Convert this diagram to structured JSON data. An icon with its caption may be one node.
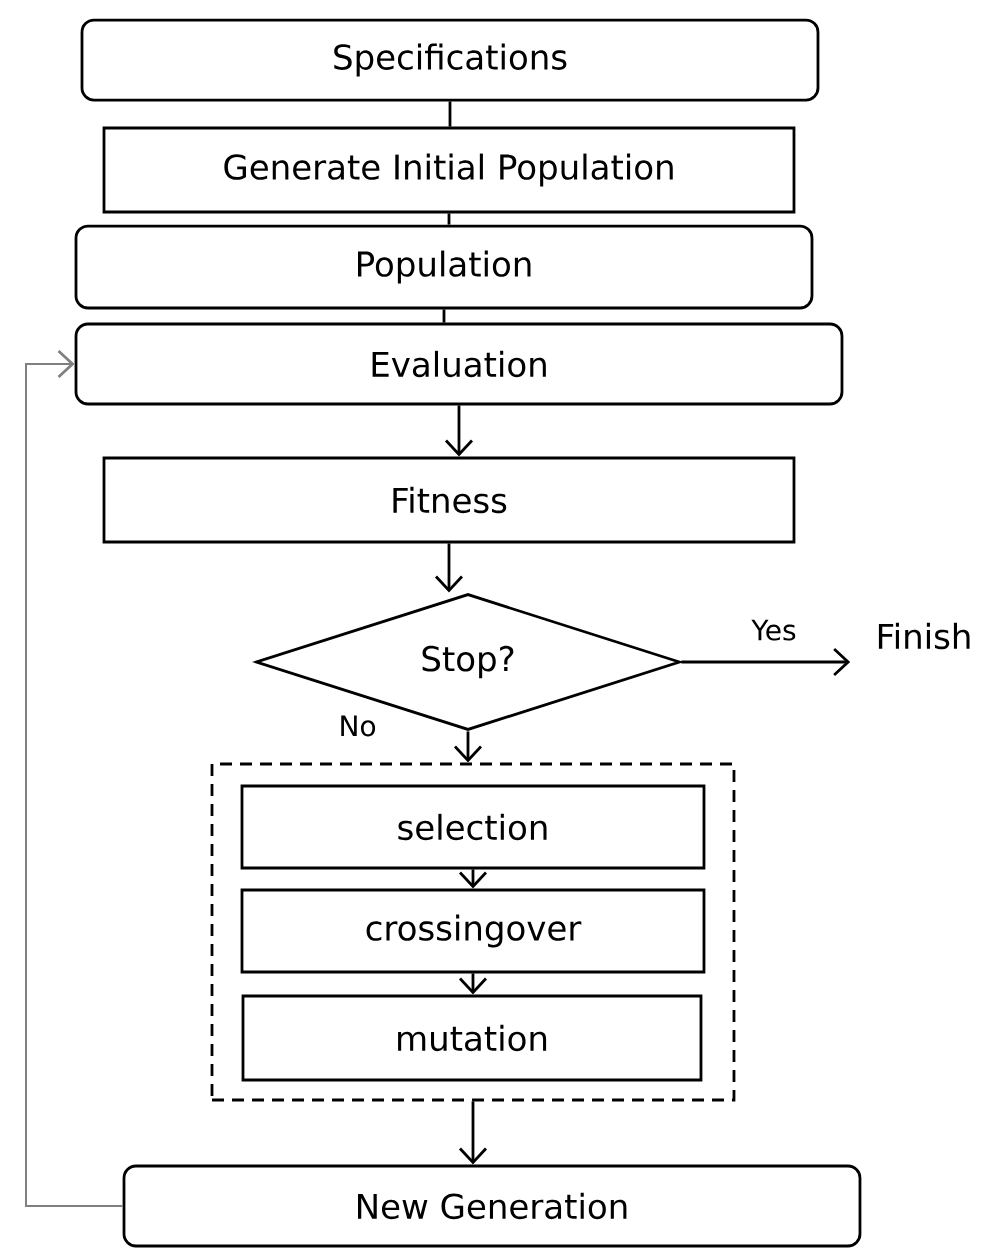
{
  "diagram": {
    "nodes": [
      {
        "text": [
          "Specifications"
        ]
      },
      {
        "text": [
          "Generate Initial Population"
        ]
      },
      {
        "text": [
          "Population"
        ]
      },
      {
        "text": [
          "Evaluation"
        ]
      },
      {
        "text": [
          "Fitness"
        ]
      },
      {
        "text": [
          "Stop?"
        ]
      },
      {
        "text": [
          "Finish"
        ]
      },
      {
        "text": [],
        "shape": "box"
      },
      {
        "text": [
          "selection"
        ],
        "in": 7
      },
      {
        "text": [
          "crossingover"
        ],
        "in": 7
      },
      {
        "text": [
          "mutation"
        ],
        "in": 7
      },
      {
        "text": [
          "New Generation"
        ]
      }
    ],
    "edges": [
      {
        "from": 0,
        "to": 1,
        "arrow": "none"
      },
      {
        "from": 1,
        "to": 2,
        "arrow": "none"
      },
      {
        "from": 2,
        "to": 3,
        "arrow": "none"
      },
      {
        "from": 3,
        "to": 4,
        "arrow": "to"
      },
      {
        "from": 4,
        "to": 5,
        "arrow": "to"
      },
      {
        "from": 5,
        "to": 6,
        "arrow": "to",
        "label": "Yes"
      },
      {
        "from": 5,
        "to": 7,
        "arrow": "to",
        "label": "No"
      },
      {
        "from": 8,
        "to": 9,
        "arrow": "to"
      },
      {
        "from": 9,
        "to": 10,
        "arrow": "to"
      },
      {
        "from": 7,
        "to": 11,
        "arrow": "to"
      },
      {
        "from": 11,
        "to": 3,
        "arrow": "to",
        "color": "#808080"
      }
    ]
  }
}
